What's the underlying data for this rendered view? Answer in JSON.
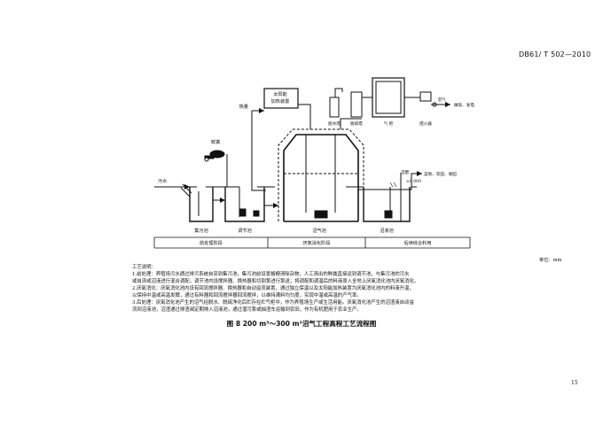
{
  "header": {
    "standard_code": "DB61/ T 502—2010"
  },
  "diagram": {
    "labels": {
      "solar_box_line1": "太阳能",
      "solar_box_line2": "加热装置",
      "heat_exchange": "热量",
      "pig": "鲜粪",
      "sewage": "污水",
      "dewater_tower": "脱水塔",
      "desulfur_tower": "脱硫塔",
      "gas_holder": "气 柜",
      "flame_arrester": "阻火器",
      "biogas": "沼气",
      "gas_use": "做饭、发电",
      "biogas_slurry": "沼肥",
      "farmland": "菜地、农田、果园",
      "ground_level": "±0.000",
      "tank_collect": "集污池",
      "tank_adjust": "调节池",
      "tank_digester": "沼气池",
      "tank_slurry": "沼液池",
      "stage_pre": "前处理阶段",
      "stage_anaerobic": "厌氧消化阶段",
      "stage_post": "后续综合利用"
    }
  },
  "unit_note": "单位：mm",
  "notes": [
    "工艺说明：",
    "1.前处理：养殖场污水通过排污系统自流到集污池，集污池前设置格栅清除杂物，人工清出的鲜粪直接运到调节池，与集污池的污水",
    "或自流或沼液进行混合调配，调节池内设搅拌器、换热器和切割泵进行泵送；将调配和调温后的料液原入全地上厌氧消化池内厌氧消化。",
    "2.厌氧消化：厌氧消化池内设有回流搅拌器、换热器和自动溢流装置，通过独立保温以及太阳能加热装置为厌氧消化池内的料液升温，",
    "以保持中温或高温发酵，通过有料器和回流搅拌器回流搅拌，以维持满料均匀度，实现中温或高温的产气率。",
    "3.后处理：厌氧消化池产生的沼气经脱水、脱硫净化后贮存在贮气柜中，作为养殖场生产或生活用能。厌氧消化池产生的沼渣液自动溢",
    "流到沼液池，沼渣通过排渣阀定期排入沼液池，通过潜污泵或抽渣车运输到农田，作为有机肥用于农业生产。"
  ],
  "caption": "图 8   200 m³～300 m³沼气工程高程工艺流程图",
  "page_number": "15"
}
